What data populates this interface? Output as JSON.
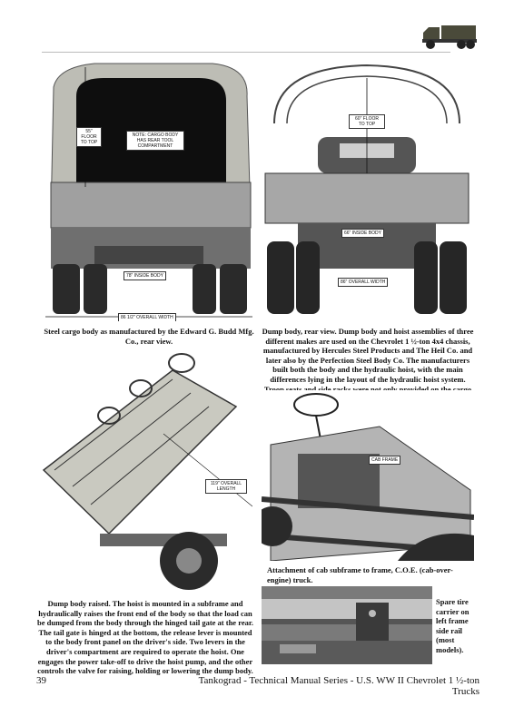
{
  "header": {
    "truck_icon": "truck-silhouette-icon"
  },
  "photos": {
    "cargo_rear": {
      "label_floor": "55\" FLOOR TO TOP",
      "label_note": "NOTE: CARGO BODY HAS REAR TOOL COMPARTMENT",
      "label_inside": "78\" INSIDE BODY",
      "label_overall": "86 1/2\" OVERALL WIDTH"
    },
    "dump_rear": {
      "label_floor": "60\" FLOOR TO TOP",
      "label_inside": "66\" INSIDE BODY",
      "label_overall": "86\" OVERALL WIDTH"
    },
    "dump_raised": {
      "label_length": "119\" OVERALL LENGTH"
    },
    "cab_subframe": {
      "label": "CAB FRAME"
    }
  },
  "captions": {
    "cargo_rear": "Steel cargo body as manufactured by the Edward G. Budd Mfg. Co., rear view.",
    "dump_rear": "Dump body, rear view. Dump body and hoist assemblies of three different makes are used on the Chevrolet 1 ½-ton 4x4 chassis, manufactured by Hercules Steel Products and The Heil Co. and later also by the Perfection Steel Body Co. The manufacturers built both the body and the hydraulic hoist, with the main differences lying in the layout of the hydraulic hoist system. Troop seats and side racks were not only provided on the cargo trucks but also on the dump trucks to transport personnel.",
    "cab_subframe": "Attachment of cab subframe to frame, C.O.E. (cab-over-engine) truck.",
    "dump_raised": "Dump body raised. The hoist is mounted in a subframe and hydraulically raises the front end of the body so that the load can be dumped from the body through the hinged tail gate at the rear. The tail gate is hinged at the bottom, the release lever is mounted to the body front panel on the driver's side. Two levers in the driver's compartment are required to operate the hoist. One engages the power take-off to drive the hoist pump, and the other controls the valve for raising, holding or lowering the dump body.",
    "spare_tire": "Spare tire carrier on left frame side rail (most models)."
  },
  "footer": {
    "page_number": "39",
    "running_title": "Tankograd - Technical Manual Series - U.S. WW II Chevrolet 1 ½-ton Trucks"
  }
}
